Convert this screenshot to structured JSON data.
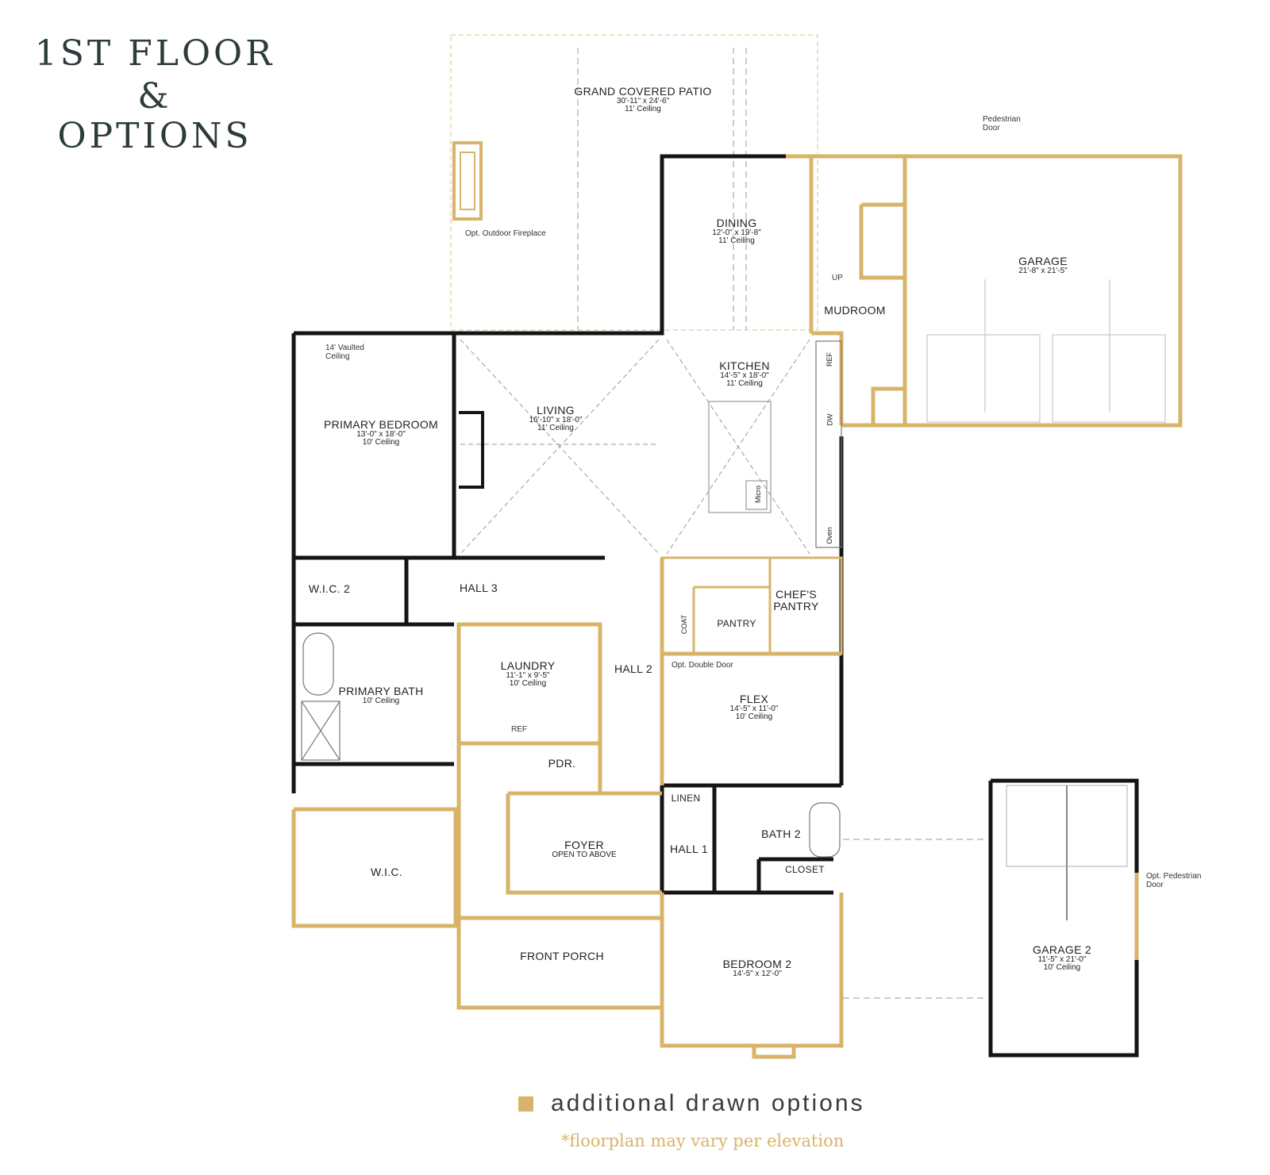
{
  "title": {
    "line1": "1ST FLOOR",
    "line2": "&",
    "line3": "OPTIONS"
  },
  "rooms": {
    "patio": {
      "name": "GRAND COVERED PATIO",
      "dims": "30'-11\" x 24'-6\"",
      "ceiling": "11' Ceiling"
    },
    "dining": {
      "name": "DINING",
      "dims": "12'-0\" x 19'-8\"",
      "ceiling": "11' Ceiling"
    },
    "garage": {
      "name": "GARAGE",
      "dims": "21'-8\" x 21'-5\""
    },
    "mudroom": {
      "name": "MUDROOM"
    },
    "kitchen": {
      "name": "KITCHEN",
      "dims": "14'-5\" x 18'-0\"",
      "ceiling": "11' Ceiling"
    },
    "living": {
      "name": "LIVING",
      "dims": "16'-10\" x 18'-0\"",
      "ceiling": "11' Ceiling"
    },
    "primary_bedroom": {
      "name": "PRIMARY BEDROOM",
      "dims": "13'-0\" x 18'-0\"",
      "ceiling": "10' Ceiling"
    },
    "wic2": {
      "name": "W.I.C. 2"
    },
    "hall3": {
      "name": "HALL 3"
    },
    "chefs_pantry": {
      "name": "CHEF'S PANTRY"
    },
    "pantry": {
      "name": "PANTRY"
    },
    "coat": {
      "name": "COAT"
    },
    "laundry": {
      "name": "LAUNDRY",
      "dims": "11'-1\" x 9'-5\"",
      "ceiling": "10' Ceiling"
    },
    "hall2": {
      "name": "HALL 2"
    },
    "primary_bath": {
      "name": "PRIMARY BATH",
      "ceiling": "10' Ceiling"
    },
    "flex": {
      "name": "FLEX",
      "dims": "14'-5\" x 11'-0\"",
      "ceiling": "10' Ceiling"
    },
    "pdr": {
      "name": "PDR."
    },
    "linen": {
      "name": "LINEN"
    },
    "bath2": {
      "name": "BATH 2"
    },
    "hall1": {
      "name": "HALL 1"
    },
    "closet": {
      "name": "CLOSET"
    },
    "foyer": {
      "name": "FOYER",
      "sub": "OPEN TO ABOVE"
    },
    "wic": {
      "name": "W.I.C."
    },
    "front_porch": {
      "name": "FRONT PORCH"
    },
    "bedroom2": {
      "name": "BEDROOM 2",
      "dims": "14'-5\" x 12'-0\""
    },
    "garage2": {
      "name": "GARAGE 2",
      "dims": "11'-5\" x 21'-0\"",
      "ceiling": "10' Ceiling"
    }
  },
  "notes": {
    "pedestrian_door": "Pedestrian Door",
    "opt_fireplace": "Opt. Outdoor Fireplace",
    "vaulted_ceiling": "14' Vaulted Ceiling",
    "up": "UP",
    "ref": "REF",
    "dw": "DW",
    "micro": "Micro",
    "oven": "Oven",
    "opt_double_door": "Opt. Double Door",
    "laundry_ref": "REF",
    "opt_pedestrian_door": "Opt. Pedestrian Door"
  },
  "legend": {
    "text": "additional drawn options",
    "color": "#d8b46a"
  },
  "disclaimer": "*floorplan may vary per elevation",
  "colors": {
    "wall": "#141414",
    "option": "#d8b46a",
    "dash": "#9a9a9a",
    "heading": "#2c3b3b"
  }
}
